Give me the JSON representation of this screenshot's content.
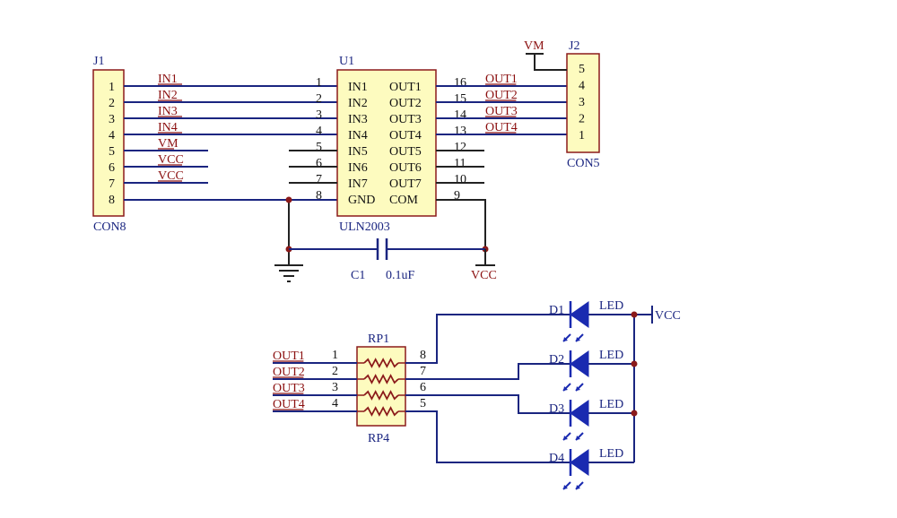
{
  "j1": {
    "ref": "J1",
    "part": "CON8",
    "pins": [
      "1",
      "2",
      "3",
      "4",
      "5",
      "6",
      "7",
      "8"
    ],
    "nets": [
      "IN1",
      "IN2",
      "IN3",
      "IN4",
      "VM",
      "VCC",
      "VCC"
    ]
  },
  "u1": {
    "ref": "U1",
    "part": "ULN2003",
    "left_pins": [
      {
        "num": "1",
        "name": "IN1"
      },
      {
        "num": "2",
        "name": "IN2"
      },
      {
        "num": "3",
        "name": "IN3"
      },
      {
        "num": "4",
        "name": "IN4"
      },
      {
        "num": "5",
        "name": "IN5"
      },
      {
        "num": "6",
        "name": "IN6"
      },
      {
        "num": "7",
        "name": "IN7"
      },
      {
        "num": "8",
        "name": "GND"
      }
    ],
    "right_pins": [
      {
        "num": "16",
        "name": "OUT1"
      },
      {
        "num": "15",
        "name": "OUT2"
      },
      {
        "num": "14",
        "name": "OUT3"
      },
      {
        "num": "13",
        "name": "OUT4"
      },
      {
        "num": "12",
        "name": "OUT5"
      },
      {
        "num": "11",
        "name": "OUT6"
      },
      {
        "num": "10",
        "name": "OUT7"
      },
      {
        "num": "9",
        "name": "COM"
      }
    ]
  },
  "j2": {
    "ref": "J2",
    "part": "CON5",
    "pins": [
      "5",
      "4",
      "3",
      "2",
      "1"
    ],
    "power_label": "VM",
    "nets": [
      "OUT1",
      "OUT2",
      "OUT3",
      "OUT4"
    ]
  },
  "c1": {
    "ref": "C1",
    "value": "0.1uF",
    "power_label": "VCC"
  },
  "rp1": {
    "ref": "RP1",
    "part": "RP4",
    "left_pins": [
      "1",
      "2",
      "3",
      "4"
    ],
    "right_pins": [
      "8",
      "7",
      "6",
      "5"
    ],
    "nets": [
      "OUT1",
      "OUT2",
      "OUT3",
      "OUT4"
    ]
  },
  "leds": [
    {
      "ref": "D1",
      "value": "LED"
    },
    {
      "ref": "D2",
      "value": "LED"
    },
    {
      "ref": "D3",
      "value": "LED"
    },
    {
      "ref": "D4",
      "value": "LED"
    }
  ],
  "led_power_label": "VCC",
  "colors": {
    "wire": "#1a2580",
    "net_label": "#8b1010",
    "component_fill": "#fdfbbf",
    "component_border": "#8b1a1a",
    "led_fill": "#1a2ab0"
  }
}
